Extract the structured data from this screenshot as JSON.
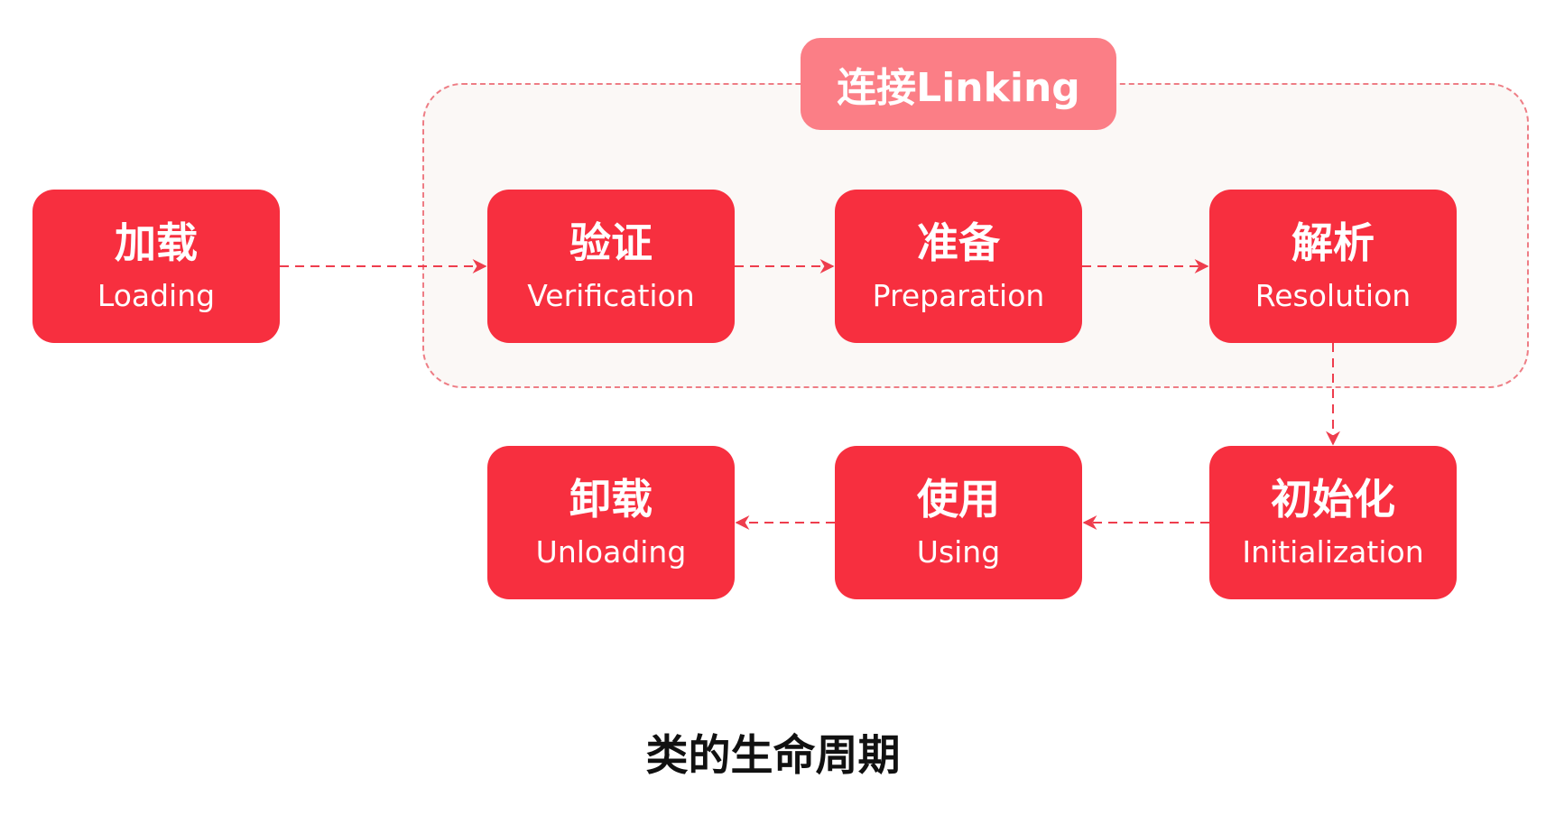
{
  "caption": "类的生命周期",
  "group": {
    "label": "连接Linking"
  },
  "stages": {
    "loading": {
      "zh": "加载",
      "en": "Loading"
    },
    "verification": {
      "zh": "验证",
      "en": "Verification"
    },
    "preparation": {
      "zh": "准备",
      "en": "Preparation"
    },
    "resolution": {
      "zh": "解析",
      "en": "Resolution"
    },
    "initialization": {
      "zh": "初始化",
      "en": "Initialization"
    },
    "using": {
      "zh": "使用",
      "en": "Using"
    },
    "unloading": {
      "zh": "卸载",
      "en": "Unloading"
    }
  },
  "colors": {
    "stage_fill": "#f72f3f",
    "group_label_fill": "#fb7e86",
    "group_border": "#ee7d85",
    "group_fill": "#fbf8f6",
    "arrow": "#ee3d4d"
  }
}
